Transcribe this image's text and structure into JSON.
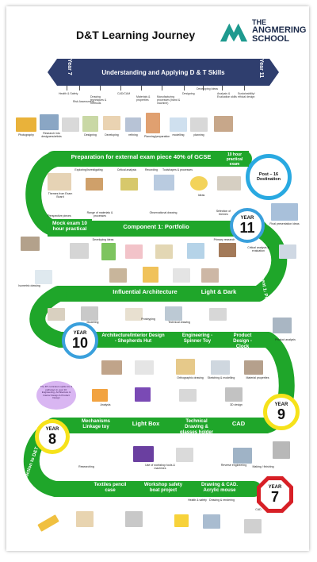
{
  "title": "D&T Learning Journey",
  "logo": {
    "line1": "THE",
    "line2": "ANGMERING",
    "line3": "SCHOOL"
  },
  "skills_banner": {
    "text": "Understanding and Applying D & T Skills",
    "start": "Year 7",
    "end": "Year 11"
  },
  "skill_ticks": [
    "Health & Safety",
    "Risk Assessment",
    "Drawing techniques & methods",
    "CAD/CAM",
    "Materials & properties",
    "Manufacturing processes (hand & machine)",
    "Designing",
    "Developing Ideas",
    "Analysis & Evaluation skills",
    "Sustainability/ ethical design"
  ],
  "post16": "Post – 16 Destination",
  "stages": {
    "gcse": "Preparation for external exam piece 40% of GCSE",
    "practical_exam": "10 hour practical exam",
    "mock": "Mock exam 10 hour practical",
    "portfolio_c1": "Component 1: Portfolio",
    "portfolio_side": "Component 1: Portfolio",
    "influential": "Influential Architecture",
    "light_dark": "Light & Dark",
    "arch_interior": "Architecture & Interior Design",
    "shepherds": "Architecture/Interior Design - Shepherds Hut",
    "spinner": "Engineering - Spinner Toy",
    "clock": "Product Design - Clock",
    "mechanisms": "Mechanisms Linkage toy",
    "lightbox": "Light Box",
    "tech_drawing": "Technical Drawing & glasses holder",
    "cad": "CAD",
    "textiles": "Textiles pencil case",
    "workshop": "Workshop safety boat project",
    "drawing_cad": "Drawing & CAD. Acrylic mouse",
    "induction": "Induction to D&T"
  },
  "years": {
    "y7": "7",
    "y8": "8",
    "y9": "9",
    "y10": "10",
    "y11": "11",
    "label": "YEAR"
  },
  "note": "The DT curriculum splits into 3 pathways in year 10: Engineering, Architecture & Interior Design & Product Design",
  "captions": [
    "Photography",
    "Research into designers/artists",
    "Designing",
    "Developing",
    "refining",
    "Planning/preparation",
    "modelling",
    "planning",
    "Exploring/Investigating",
    "Critical analysis",
    "Recording",
    "Toolshapes & processes",
    "Ideas",
    "Themes from Exam Board",
    "Perspective pieces",
    "Range of materials & processes",
    "Observational drawing",
    "Selection of themes",
    "Final presentation ideas",
    "Primary research",
    "Critical analysis & evaluation",
    "Developing ideas",
    "Prototyping",
    "Modelling",
    "Technical drawing",
    "Isometric drawing",
    "Orthographic drawing",
    "Material properties",
    "Sketching & modelling",
    "3D design",
    "Making / finishing",
    "Analysis",
    "Researching",
    "Use of workshop tools & machines",
    "Health & safety",
    "Reverse engineering",
    "CAD",
    "Drawing & rendering",
    "Product analysis"
  ],
  "colors": {
    "green": "#1fa62a",
    "navy": "#2f3e6e",
    "blue_ring": "#29a9e1",
    "yellow_ring": "#f6e21a",
    "stop_red": "#d71f26",
    "purple_note": "#d9b6f2"
  }
}
